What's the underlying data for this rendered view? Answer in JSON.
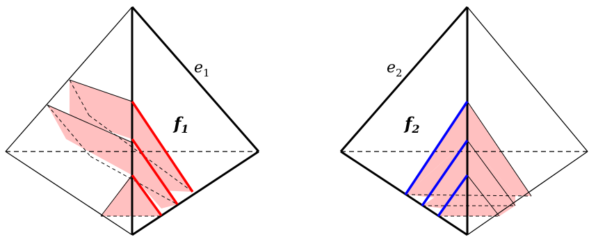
{
  "diagram": {
    "left": {
      "edge_label_main": "e",
      "edge_label_sub": "1",
      "face_label_main": "f",
      "face_label_sub": "1",
      "highlight_color": "#ff0000"
    },
    "right": {
      "edge_label_main": "e",
      "edge_label_sub": "2",
      "face_label_main": "f",
      "face_label_sub": "2",
      "highlight_color": "#0000ff"
    },
    "fill_color": "#ffc0c0"
  }
}
